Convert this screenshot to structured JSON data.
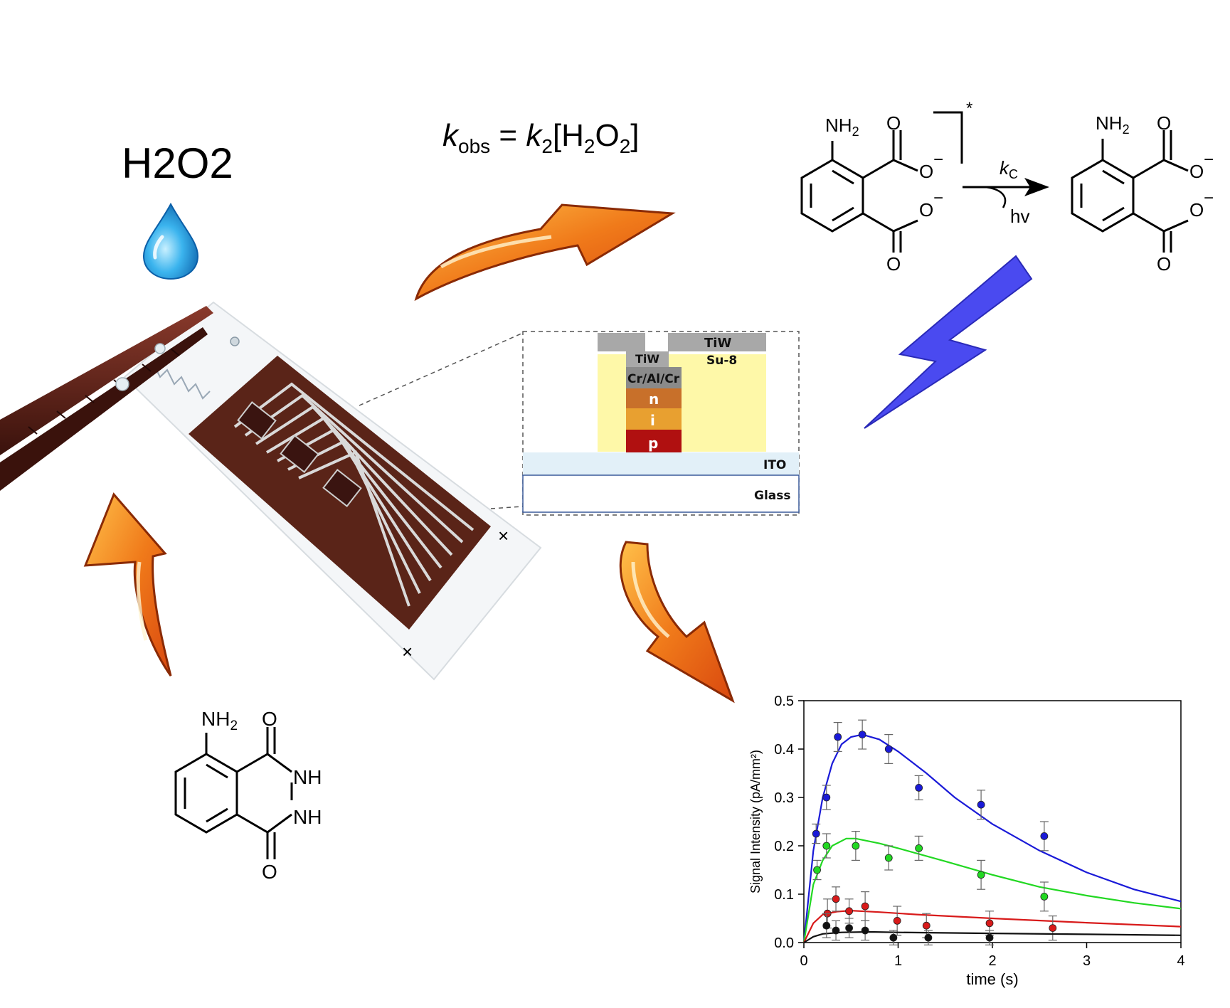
{
  "analyte": {
    "label": "H2O2"
  },
  "kinetics": {
    "k": "k",
    "obs": "obs",
    "equals": " = ",
    "k2": "k",
    "two": "2",
    "bracket_open": "[H",
    "h_sub": "2",
    "o": "O",
    "o_sub": "2",
    "bracket_close": "]"
  },
  "reaction": {
    "nh2": "NH",
    "nh2_sub": "2",
    "oxygen": "O",
    "minus": "−",
    "excited": "*",
    "rate_k": "k",
    "rate_sub": "C",
    "hv": "hv"
  },
  "luminol": {
    "nh2": "NH",
    "nh2_sub": "2",
    "nh": "NH",
    "oxygen": "O"
  },
  "stack_layers": {
    "top_tiw": "TiW",
    "tiw": "TiW",
    "su8": "Su-8",
    "cr_al_cr": "Cr/Al/Cr",
    "n": "n",
    "i": "i",
    "p": "p",
    "ito": "ITO",
    "glass": "Glass"
  },
  "device": {
    "minus_mark": "×",
    "plus_mark": "×"
  },
  "colors": {
    "arrow_orange": "#f07a1a",
    "lightning": "#4a4af0",
    "chip": "#5a2418",
    "drop": "#1e90d8"
  },
  "chart_data": {
    "type": "scatter",
    "xlabel": "time (s)",
    "ylabel": "Signal Intensity (pA/mm²)",
    "xlim": [
      0,
      4
    ],
    "ylim": [
      0,
      0.5
    ],
    "xticks": [
      0,
      1,
      2,
      3,
      4
    ],
    "yticks": [
      0.0,
      0.1,
      0.2,
      0.3,
      0.4,
      0.5
    ],
    "ytick_labels": [
      "0.0",
      "0.1",
      "0.2",
      "0.3",
      "0.4",
      "0.5"
    ],
    "grid": false,
    "series": [
      {
        "color": "#1a1ad8",
        "x": [
          0.13,
          0.24,
          0.36,
          0.62,
          0.9,
          1.22,
          1.88,
          2.55
        ],
        "y": [
          0.225,
          0.3,
          0.425,
          0.43,
          0.4,
          0.32,
          0.285,
          0.22
        ],
        "err": [
          0.02,
          0.025,
          0.03,
          0.03,
          0.03,
          0.025,
          0.03,
          0.03
        ],
        "fit": [
          [
            0,
            0
          ],
          [
            0.1,
            0.19
          ],
          [
            0.2,
            0.3
          ],
          [
            0.3,
            0.37
          ],
          [
            0.4,
            0.41
          ],
          [
            0.5,
            0.425
          ],
          [
            0.62,
            0.43
          ],
          [
            0.8,
            0.42
          ],
          [
            1.0,
            0.395
          ],
          [
            1.3,
            0.35
          ],
          [
            1.6,
            0.3
          ],
          [
            2.0,
            0.245
          ],
          [
            2.5,
            0.19
          ],
          [
            3.0,
            0.145
          ],
          [
            3.5,
            0.11
          ],
          [
            4.0,
            0.085
          ]
        ]
      },
      {
        "color": "#22d822",
        "x": [
          0.14,
          0.24,
          0.55,
          0.9,
          1.22,
          1.88,
          2.55
        ],
        "y": [
          0.15,
          0.2,
          0.2,
          0.175,
          0.195,
          0.14,
          0.095
        ],
        "err": [
          0.02,
          0.025,
          0.03,
          0.025,
          0.025,
          0.03,
          0.03
        ],
        "fit": [
          [
            0,
            0
          ],
          [
            0.1,
            0.12
          ],
          [
            0.2,
            0.17
          ],
          [
            0.3,
            0.2
          ],
          [
            0.45,
            0.215
          ],
          [
            0.55,
            0.215
          ],
          [
            0.8,
            0.205
          ],
          [
            1.0,
            0.195
          ],
          [
            1.5,
            0.168
          ],
          [
            2.0,
            0.14
          ],
          [
            2.5,
            0.115
          ],
          [
            3.0,
            0.097
          ],
          [
            3.5,
            0.082
          ],
          [
            4.0,
            0.07
          ]
        ]
      },
      {
        "color": "#d81a1a",
        "x": [
          0.25,
          0.34,
          0.48,
          0.65,
          0.99,
          1.3,
          1.97,
          2.64
        ],
        "y": [
          0.06,
          0.09,
          0.065,
          0.075,
          0.045,
          0.035,
          0.04,
          0.03
        ],
        "err": [
          0.03,
          0.025,
          0.025,
          0.03,
          0.03,
          0.025,
          0.025,
          0.025
        ],
        "fit": [
          [
            0,
            0
          ],
          [
            0.1,
            0.04
          ],
          [
            0.2,
            0.058
          ],
          [
            0.35,
            0.064
          ],
          [
            0.5,
            0.066
          ],
          [
            0.8,
            0.063
          ],
          [
            1.2,
            0.058
          ],
          [
            2.0,
            0.05
          ],
          [
            3.0,
            0.041
          ],
          [
            4.0,
            0.033
          ]
        ]
      },
      {
        "color": "#111111",
        "x": [
          0.24,
          0.34,
          0.48,
          0.65,
          0.95,
          1.32,
          1.97
        ],
        "y": [
          0.035,
          0.025,
          0.03,
          0.025,
          0.01,
          0.01,
          0.01
        ],
        "err": [
          0.025,
          0.02,
          0.02,
          0.02,
          0.015,
          0.015,
          0.015
        ],
        "fit": [
          [
            0,
            0
          ],
          [
            0.1,
            0.012
          ],
          [
            0.2,
            0.018
          ],
          [
            0.4,
            0.021
          ],
          [
            0.7,
            0.022
          ],
          [
            1.0,
            0.021
          ],
          [
            2.0,
            0.019
          ],
          [
            3.0,
            0.017
          ],
          [
            4.0,
            0.015
          ]
        ]
      }
    ]
  }
}
